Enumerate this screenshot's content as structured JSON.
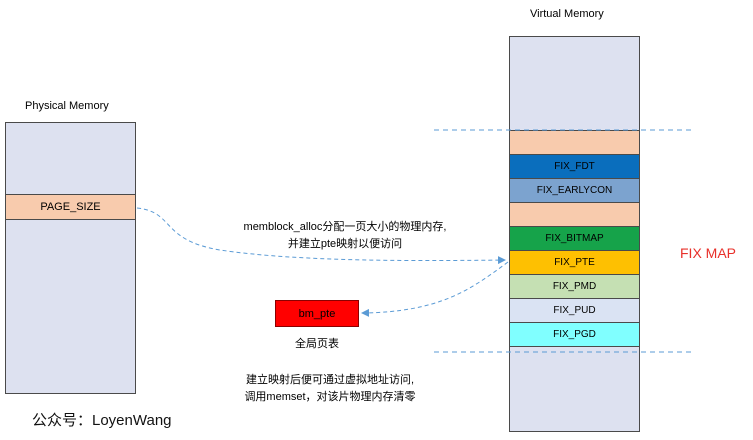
{
  "physical": {
    "title": "Physical Memory",
    "page_size_label": "PAGE_SIZE"
  },
  "virtual": {
    "title": "Virtual Memory",
    "cells": [
      {
        "label": "",
        "color": "#f8cbad"
      },
      {
        "label": "FIX_FDT",
        "color": "#0a6ebd"
      },
      {
        "label": "FIX_EARLYCON",
        "color": "#7ca3cf"
      },
      {
        "label": "",
        "color": "#f8cbad"
      },
      {
        "label": "FIX_BITMAP",
        "color": "#16a34a"
      },
      {
        "label": "FIX_PTE",
        "color": "#fec001"
      },
      {
        "label": "FIX_PMD",
        "color": "#c5e0b3"
      },
      {
        "label": "FIX_PUD",
        "color": "#dae3f3"
      },
      {
        "label": "FIX_PGD",
        "color": "#80ffff"
      }
    ]
  },
  "fixmap_label": "FIX MAP",
  "bm_pte": {
    "label": "bm_pte",
    "caption": "全局页表",
    "color": "#ff0000"
  },
  "notes": {
    "alloc_line1": "memblock_alloc分配一页大小的物理内存,",
    "alloc_line2": "并建立pte映射以便访问",
    "map_line1": "建立映射后便可通过虚拟地址访问,",
    "map_line2": "调用memset，对该片物理内存清零"
  },
  "watermark": "公众号：LoyenWang",
  "colors": {
    "memory_bg": "#dde1f0",
    "arrow": "#5b9bd5",
    "fixmap_text": "#e8302a"
  }
}
